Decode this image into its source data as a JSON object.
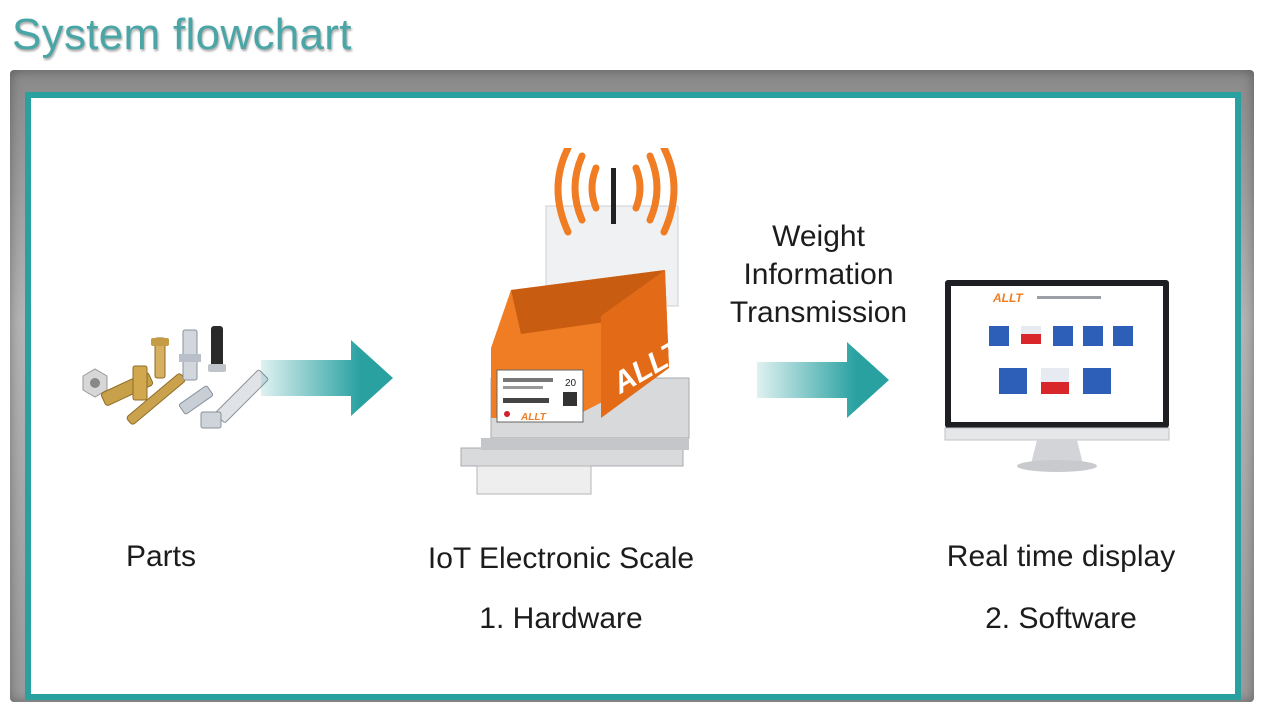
{
  "title": "System flowchart",
  "stages": {
    "parts": {
      "label": "Parts"
    },
    "scale": {
      "label": "IoT Electronic Scale",
      "sublabel": "1. Hardware",
      "brand": "ALLT",
      "lcd_value": "20"
    },
    "display": {
      "label": "Real time display",
      "sublabel": "2. Software",
      "brand": "ALLT"
    }
  },
  "transmission": {
    "line1": "Weight",
    "line2": "Information",
    "line3": "Transmission"
  },
  "colors": {
    "accent": "#2aa1a1",
    "title": "#4aa6a6",
    "scale_orange": "#f07d23",
    "bin_blue": "#2e5fb8",
    "bin_red": "#d9262b"
  },
  "icons": [
    "parts-icon",
    "arrow-right-icon",
    "iot-scale-icon",
    "signal-waves-icon",
    "monitor-icon"
  ]
}
